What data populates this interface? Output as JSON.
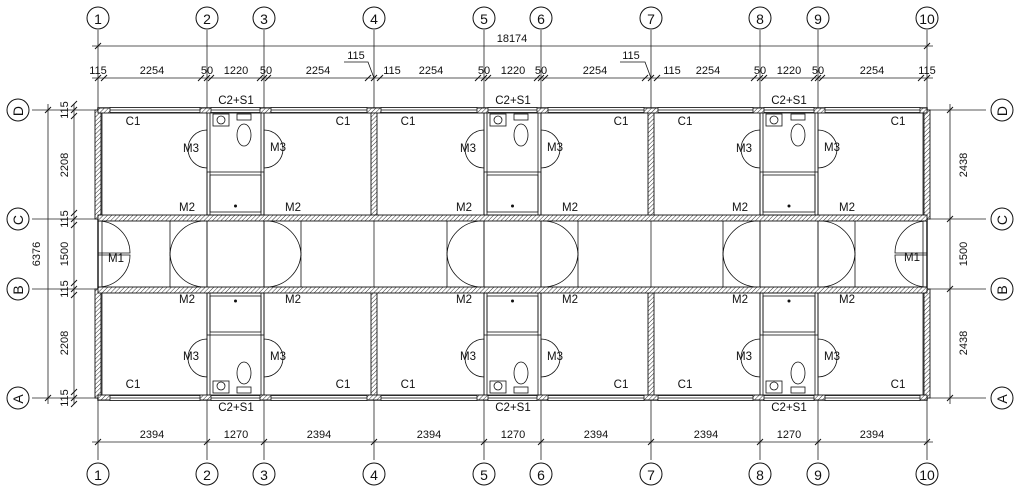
{
  "grid_axes": {
    "columns": [
      "1",
      "2",
      "3",
      "4",
      "5",
      "6",
      "7",
      "8",
      "9",
      "10"
    ],
    "rows": [
      "D",
      "C",
      "B",
      "A"
    ]
  },
  "dimensions": {
    "overall_width": "18174",
    "overall_height": "6376",
    "top_joint": "115",
    "top_segments": [
      "115",
      "2254",
      "50",
      "1220",
      "50",
      "2254",
      "115",
      "2254",
      "50",
      "1220",
      "50",
      "2254",
      "115",
      "2254",
      "50",
      "1220",
      "50",
      "2254",
      "115"
    ],
    "bottom_segments": [
      "2394",
      "1270",
      "2394",
      "2394",
      "1270",
      "2394",
      "2394",
      "1270",
      "2394"
    ],
    "left_segments": [
      "115",
      "2208",
      "115",
      "1500",
      "115",
      "2208",
      "115"
    ],
    "right_segments": [
      "2438",
      "1500",
      "2438"
    ]
  },
  "labels": {
    "window": "C1",
    "bath_set": "C2+S1",
    "room_door": "M2",
    "bath_door": "M3",
    "end_door": "M1"
  }
}
